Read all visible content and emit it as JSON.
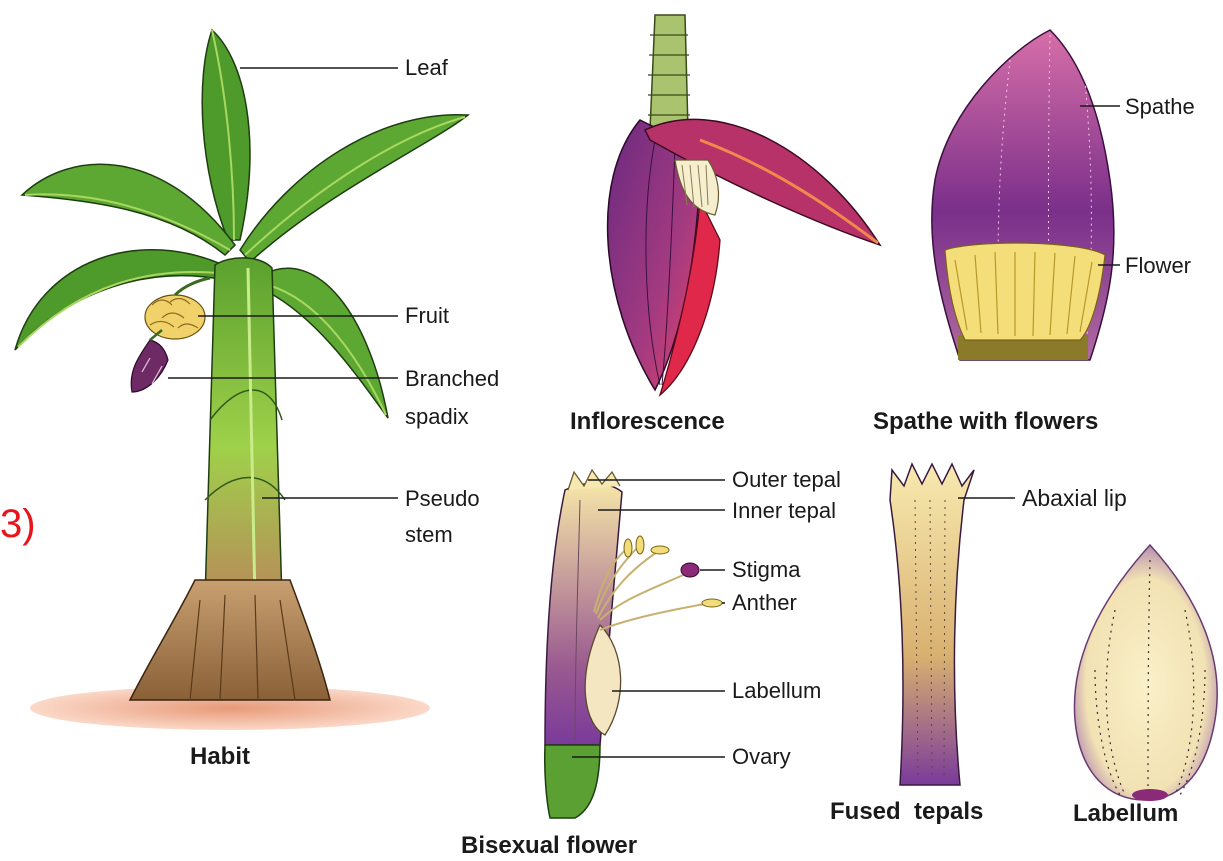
{
  "figure_number": "3)",
  "habit": {
    "caption": "Habit",
    "labels": {
      "leaf": "Leaf",
      "fruit": "Fruit",
      "branched_spadix_1": "Branched",
      "branched_spadix_2": "spadix",
      "pseudo_stem_1": "Pseudo",
      "pseudo_stem_2": "stem"
    }
  },
  "inflorescence": {
    "caption": "Inflorescence"
  },
  "spathe": {
    "caption": "Spathe with flowers",
    "labels": {
      "spathe": "Spathe",
      "flower": "Flower"
    }
  },
  "bisexual_flower": {
    "caption": "Bisexual flower",
    "labels": {
      "outer_tepal": "Outer tepal",
      "inner_tepal": "Inner tepal",
      "stigma": "Stigma",
      "anther": "Anther",
      "labellum": "Labellum",
      "ovary": "Ovary"
    }
  },
  "fused_tepals": {
    "caption": "Fused  tepals",
    "labels": {
      "abaxial_lip": "Abaxial lip"
    }
  },
  "labellum": {
    "caption": "Labellum"
  },
  "colors": {
    "label_red": "#e8141c",
    "leaf_green": "#4e9a2a",
    "stem_green": "#8cc63f",
    "bract_purple": "#8a2a78",
    "flower_yellow": "#f3dd7a",
    "soil": "#f2b8a0"
  }
}
